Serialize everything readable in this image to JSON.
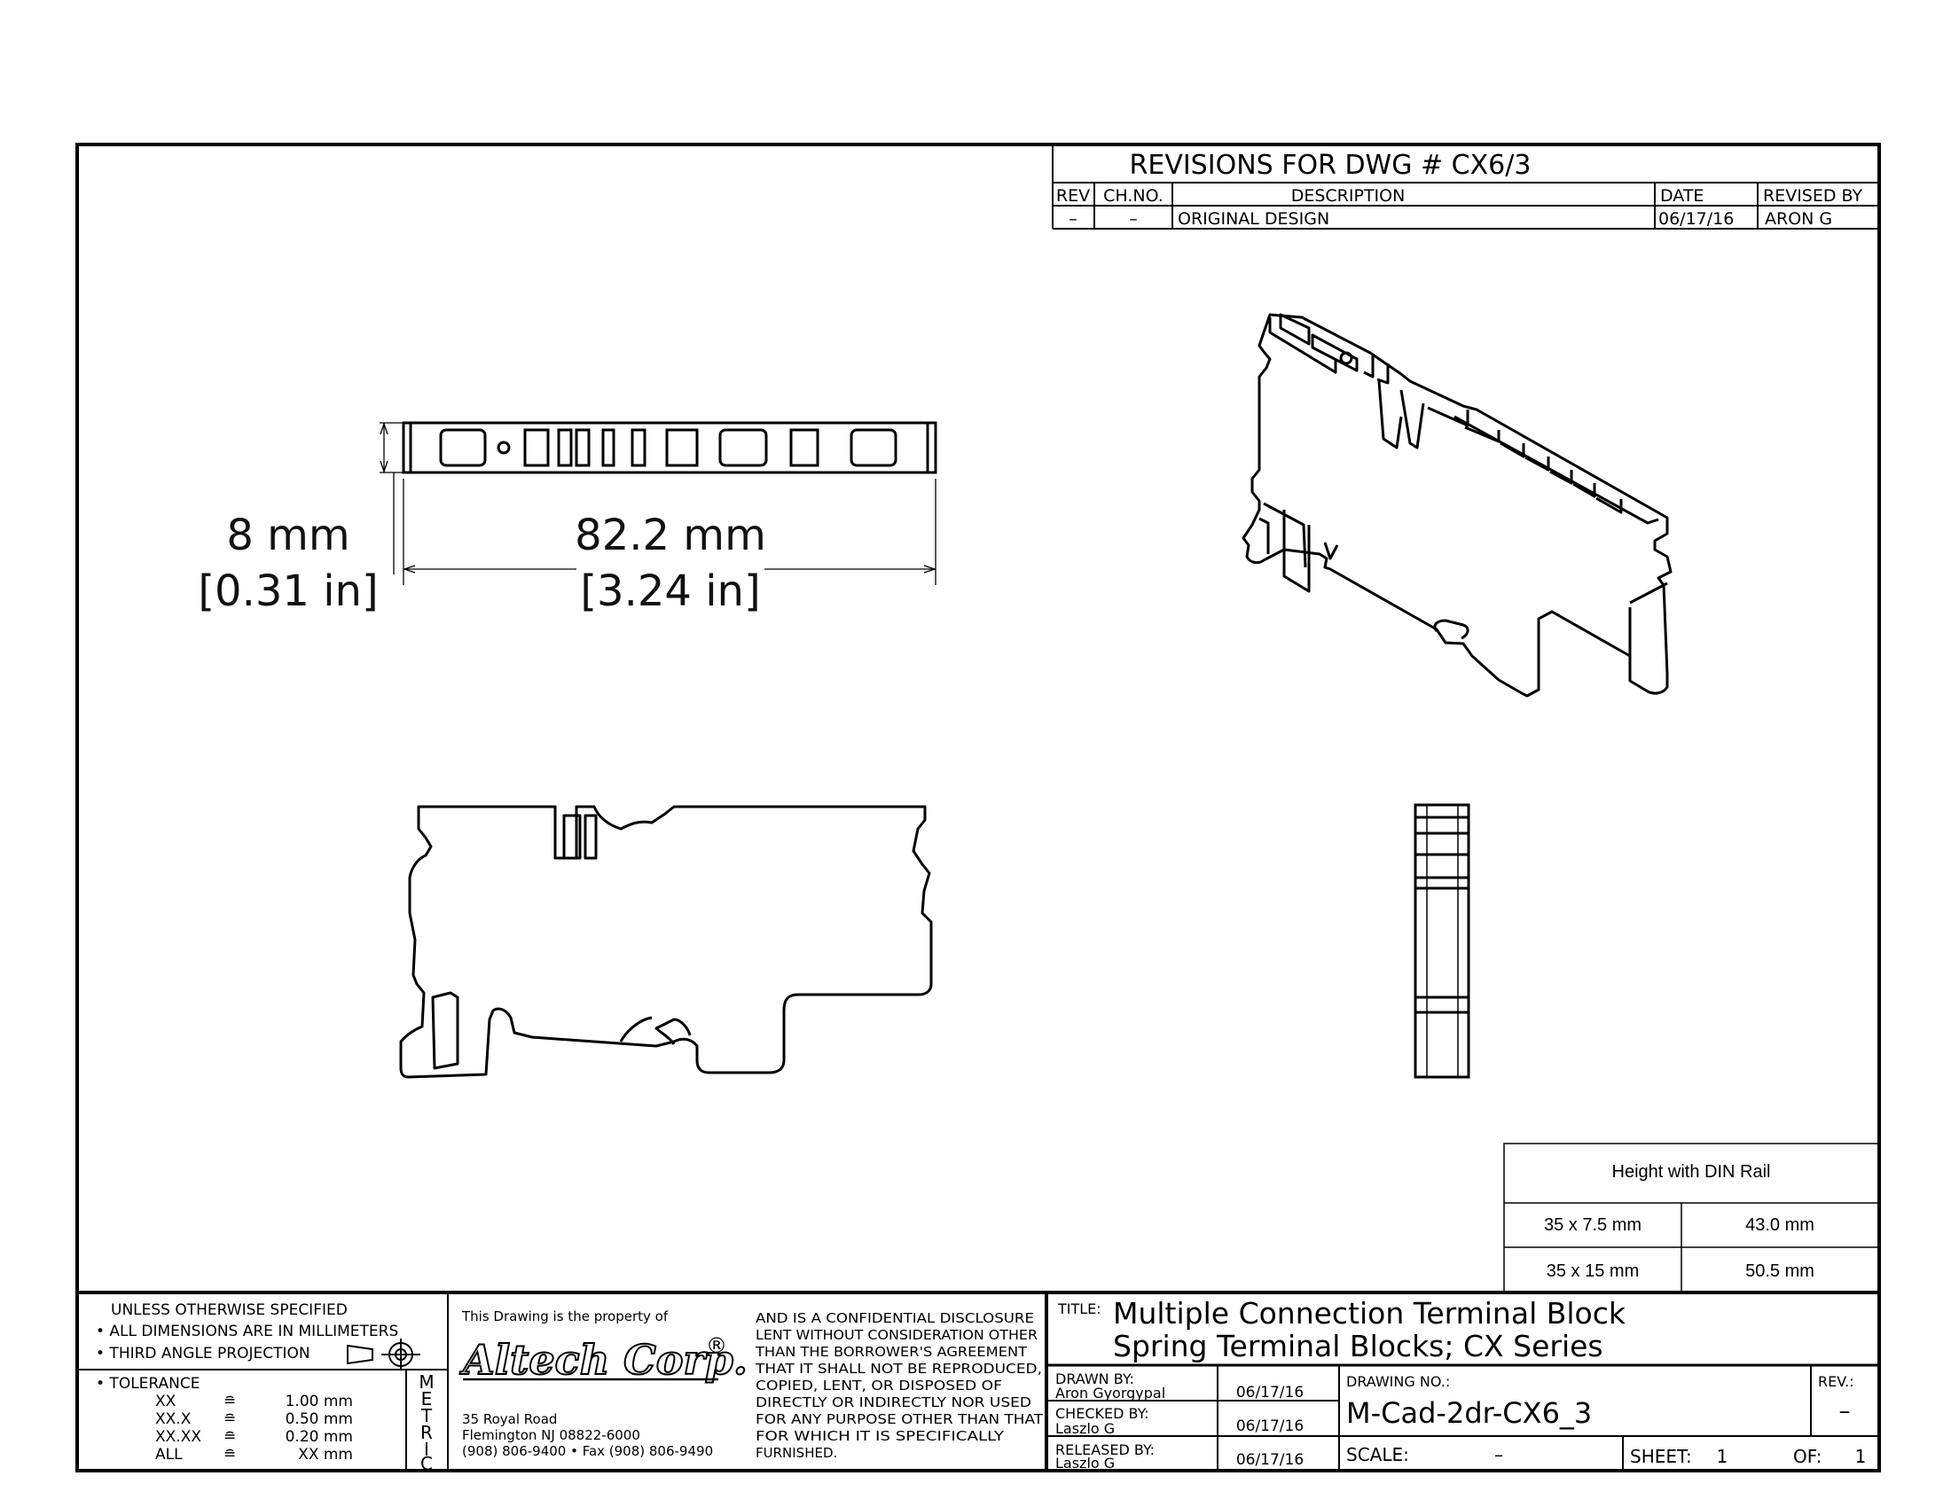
{
  "revisions": {
    "title": "REVISIONS FOR DWG # CX6/3",
    "headers": {
      "rev": "REV",
      "chno": "CH.NO.",
      "description": "DESCRIPTION",
      "date": "DATE",
      "revised_by": "REVISED BY"
    },
    "row": {
      "rev": "–",
      "chno": "–",
      "description": "ORIGINAL DESIGN",
      "date": "06/17/16",
      "revised_by": "ARON G"
    }
  },
  "dimensions": {
    "height_mm": "8 mm",
    "height_in": "[0.31 in]",
    "length_mm": "82.2 mm",
    "length_in": "[3.24 in]"
  },
  "din_table": {
    "title": "Height with DIN Rail",
    "rows": [
      {
        "rail": "35 x 7.5 mm",
        "height": "43.0 mm"
      },
      {
        "rail": "35 x 15 mm",
        "height": "50.5 mm"
      }
    ]
  },
  "tolerance_block": {
    "heading": "UNLESS OTHERWISE SPECIFIED",
    "line1": "• ALL DIMENSIONS ARE IN MILLIMETERS",
    "line2": "• THIRD ANGLE PROJECTION",
    "tolerance_label": "• TOLERANCE",
    "rows": [
      {
        "key": "XX",
        "sym": "≘",
        "val": "1.00 mm"
      },
      {
        "key": "XX.X",
        "sym": "≘",
        "val": "0.50 mm"
      },
      {
        "key": "XX.XX",
        "sym": "≘",
        "val": "0.20 mm"
      },
      {
        "key": "ALL",
        "sym": "≘",
        "val": "XX mm"
      }
    ],
    "metric_letters": [
      "M",
      "E",
      "T",
      "R",
      "I",
      "C"
    ]
  },
  "company": {
    "property_text": "This Drawing is the property of",
    "logo": "Altech Corp.",
    "registered": "®",
    "address1": "35 Royal Road",
    "address2": "Flemington NJ 08822-6000",
    "phone": "(908) 806-9400 • Fax (908) 806-9490"
  },
  "disclosure_lines": [
    "AND IS A CONFIDENTIAL DISCLOSURE",
    "LENT WITHOUT CONSIDERATION OTHER",
    "THAN THE BORROWER'S AGREEMENT",
    "THAT IT SHALL NOT BE REPRODUCED,",
    "COPIED, LENT, OR DISPOSED OF",
    "DIRECTLY OR INDIRECTLY NOR USED",
    "FOR ANY PURPOSE OTHER THAN THAT",
    "FOR WHICH IT IS SPECIFICALLY",
    "FURNISHED."
  ],
  "title_block": {
    "title_label": "TITLE:",
    "title_line1": "Multiple Connection Terminal Block",
    "title_line2": "Spring Terminal Blocks; CX Series",
    "drawn_by_label": "DRAWN BY:",
    "drawn_by": "Aron Gyorgypal",
    "drawn_date": "06/17/16",
    "checked_by_label": "CHECKED BY:",
    "checked_by": "Laszlo G",
    "checked_date": "06/17/16",
    "released_by_label": "RELEASED BY:",
    "released_by": "Laszlo G",
    "released_date": "06/17/16",
    "drawing_no_label": "DRAWING NO.:",
    "drawing_no": "M-Cad-2dr-CX6_3",
    "rev_label": "REV.:",
    "rev": "–",
    "scale_label": "SCALE:",
    "scale": "–",
    "sheet_label": "SHEET:",
    "sheet": "1",
    "of_label": "OF:",
    "of": "1"
  }
}
